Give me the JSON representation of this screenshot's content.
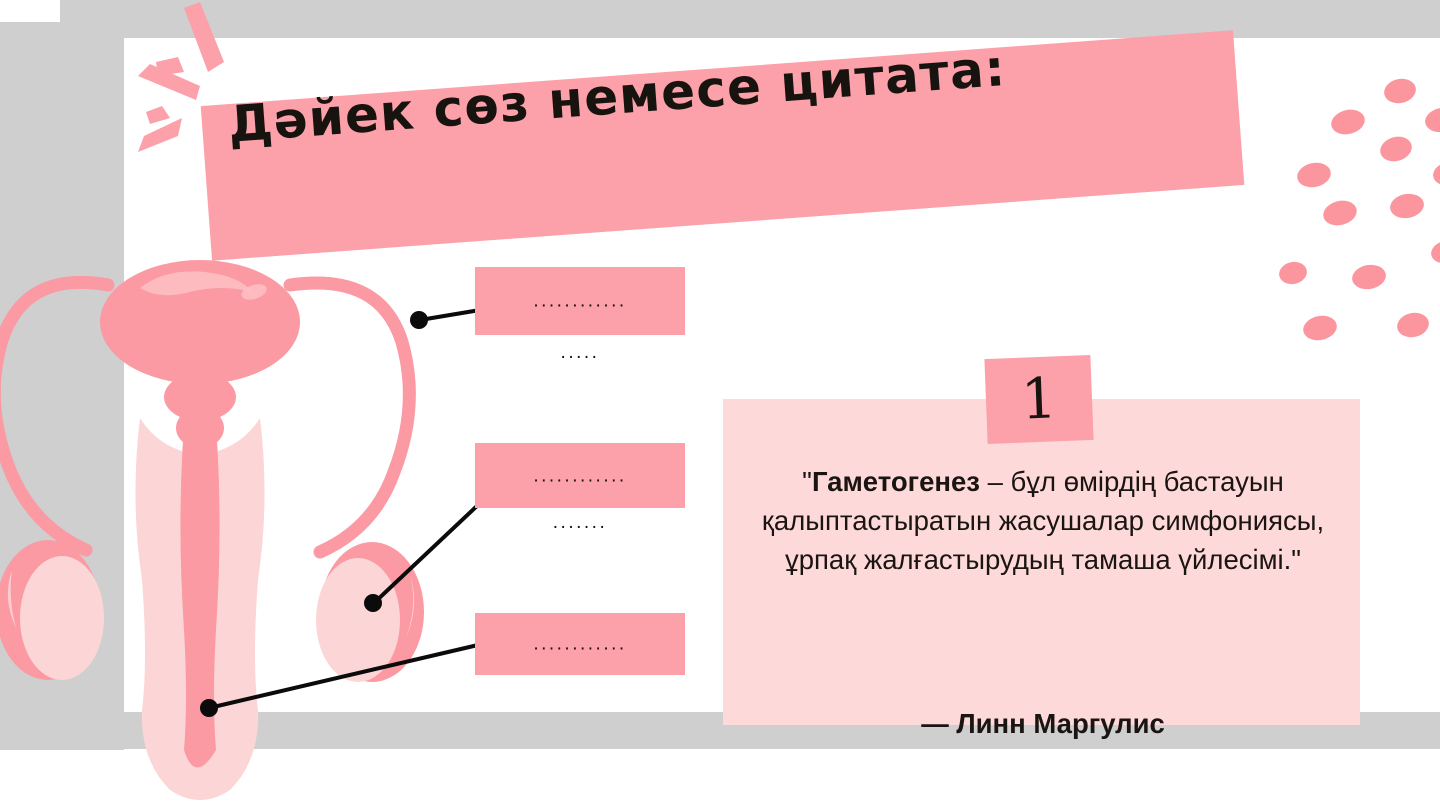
{
  "slide": {
    "title": "Дәйек сөз немесе цитата:",
    "background_color": "#ffffff",
    "gray_band_color": "#cfcfcf"
  },
  "theme": {
    "accent_pink": "#fca0aa",
    "soft_pink": "#fddad9",
    "pale_pink": "#fcd6d6",
    "text_dark": "#17130f"
  },
  "labels": [
    {
      "id": "label-1",
      "line1": "............",
      "line2": "....."
    },
    {
      "id": "label-2",
      "line1": "............",
      "line2": "......."
    },
    {
      "id": "label-3",
      "line1": "............",
      "line2": ""
    }
  ],
  "quote": {
    "badge_number": "1",
    "open_quote": "\"",
    "bold_term": "Гаметогенез",
    "body": " – бұл өмірдің бастауын қалыптастыратын жасушалар симфониясы, ұрпақ жалғастырудың тамаша үйлесімі.\"",
    "full_text": "\"Гаметогенез – бұл өмірдің бастауын қалыптастыратын жасушалар симфониясы, ұрпақ жалғастырудың тамаша үйлесімі.\"",
    "author": "— Линн Маргулис"
  },
  "illustration": {
    "name": "male-reproductive-system-diagram",
    "alt": "Anatomical diagram of the male reproductive system in pink tones"
  },
  "decorations": {
    "burst": "sparkle-burst",
    "confetti": "scattered-pink-ellipses"
  }
}
